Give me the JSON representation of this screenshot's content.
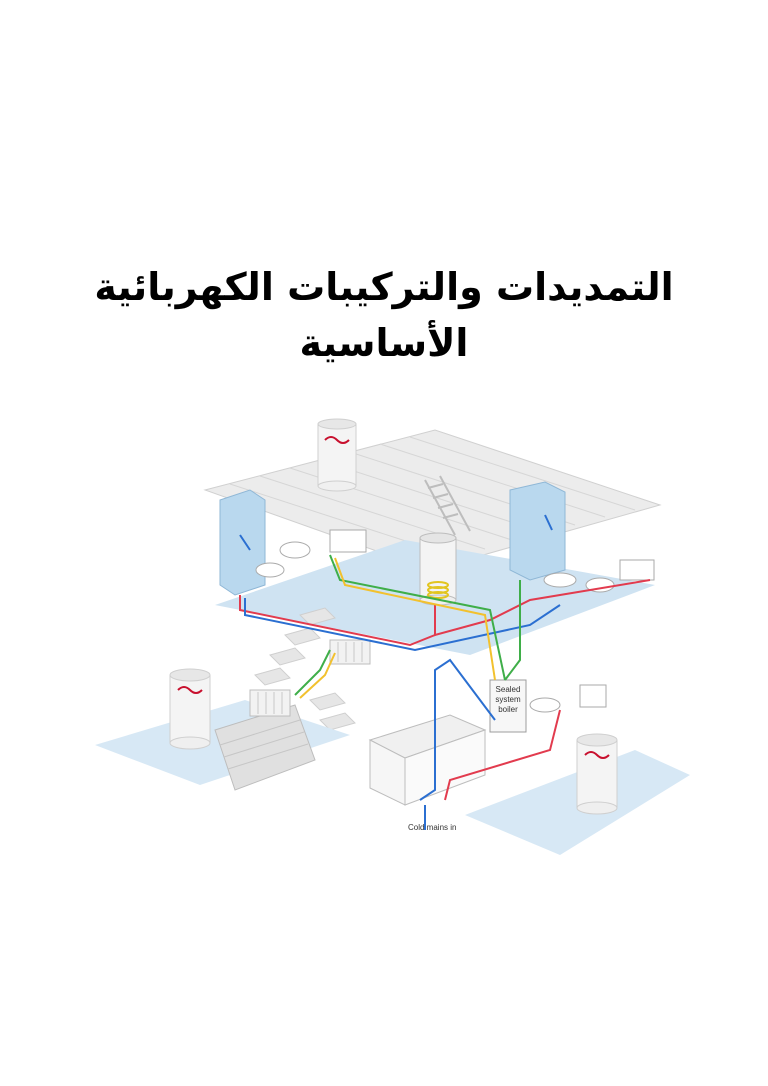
{
  "document": {
    "title_line1": "التمديدات والتركيبات الكهربائية",
    "title_line2": "الأساسية"
  },
  "diagram": {
    "boiler_label_line1": "Sealed",
    "boiler_label_line2": "system",
    "boiler_label_line3": "boiler",
    "inlet_label": "Cold mains in",
    "pipe_colors": {
      "hot": "#e23b4e",
      "cold": "#2b6fd1",
      "flow": "#3fae49",
      "return": "#f2c12e"
    },
    "floor_color": "#cfe3f2"
  }
}
